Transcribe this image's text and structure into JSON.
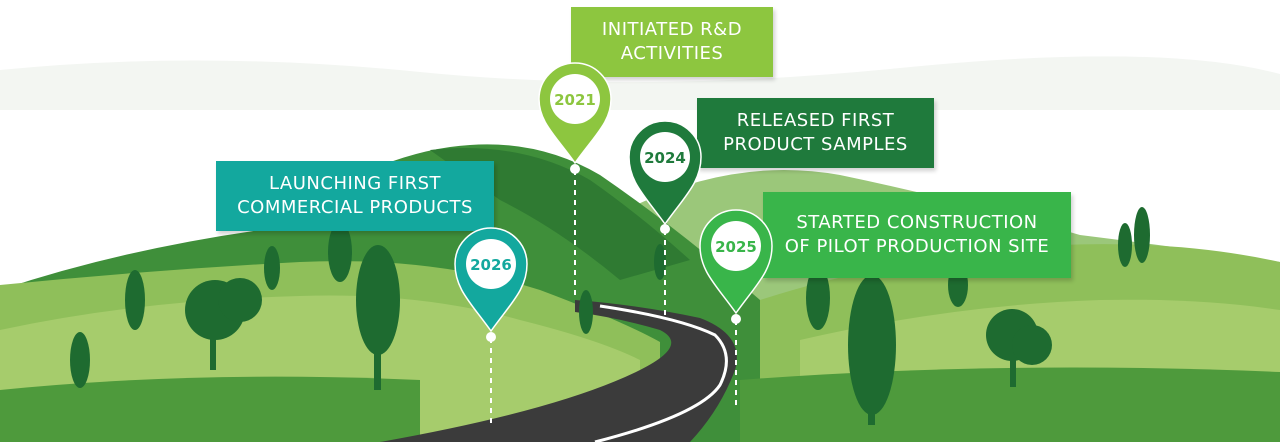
{
  "milestones": [
    {
      "year": "2021",
      "line1": "INITIATED R&D",
      "line2": "ACTIVITIES",
      "color": "#8dc63f"
    },
    {
      "year": "2024",
      "line1": "RELEASED FIRST",
      "line2": "PRODUCT SAMPLES",
      "color": "#1f7a3c"
    },
    {
      "year": "2025",
      "line1": "STARTED CONSTRUCTION",
      "line2": "OF PILOT PRODUCTION SITE",
      "color": "#39b54a"
    },
    {
      "year": "2026",
      "line1": "LAUNCHING FIRST",
      "line2": "COMMERCIAL PRODUCTS",
      "color": "#13a89e"
    }
  ],
  "colors": {
    "hill_dark": "#2e7d32",
    "hill_mid": "#4e9a3c",
    "meadow": "#8fbf5a",
    "meadow_light": "#a6cc6c",
    "road": "#3b3b3b",
    "road_line": "#ffffff",
    "tree": "#1e6b30"
  }
}
